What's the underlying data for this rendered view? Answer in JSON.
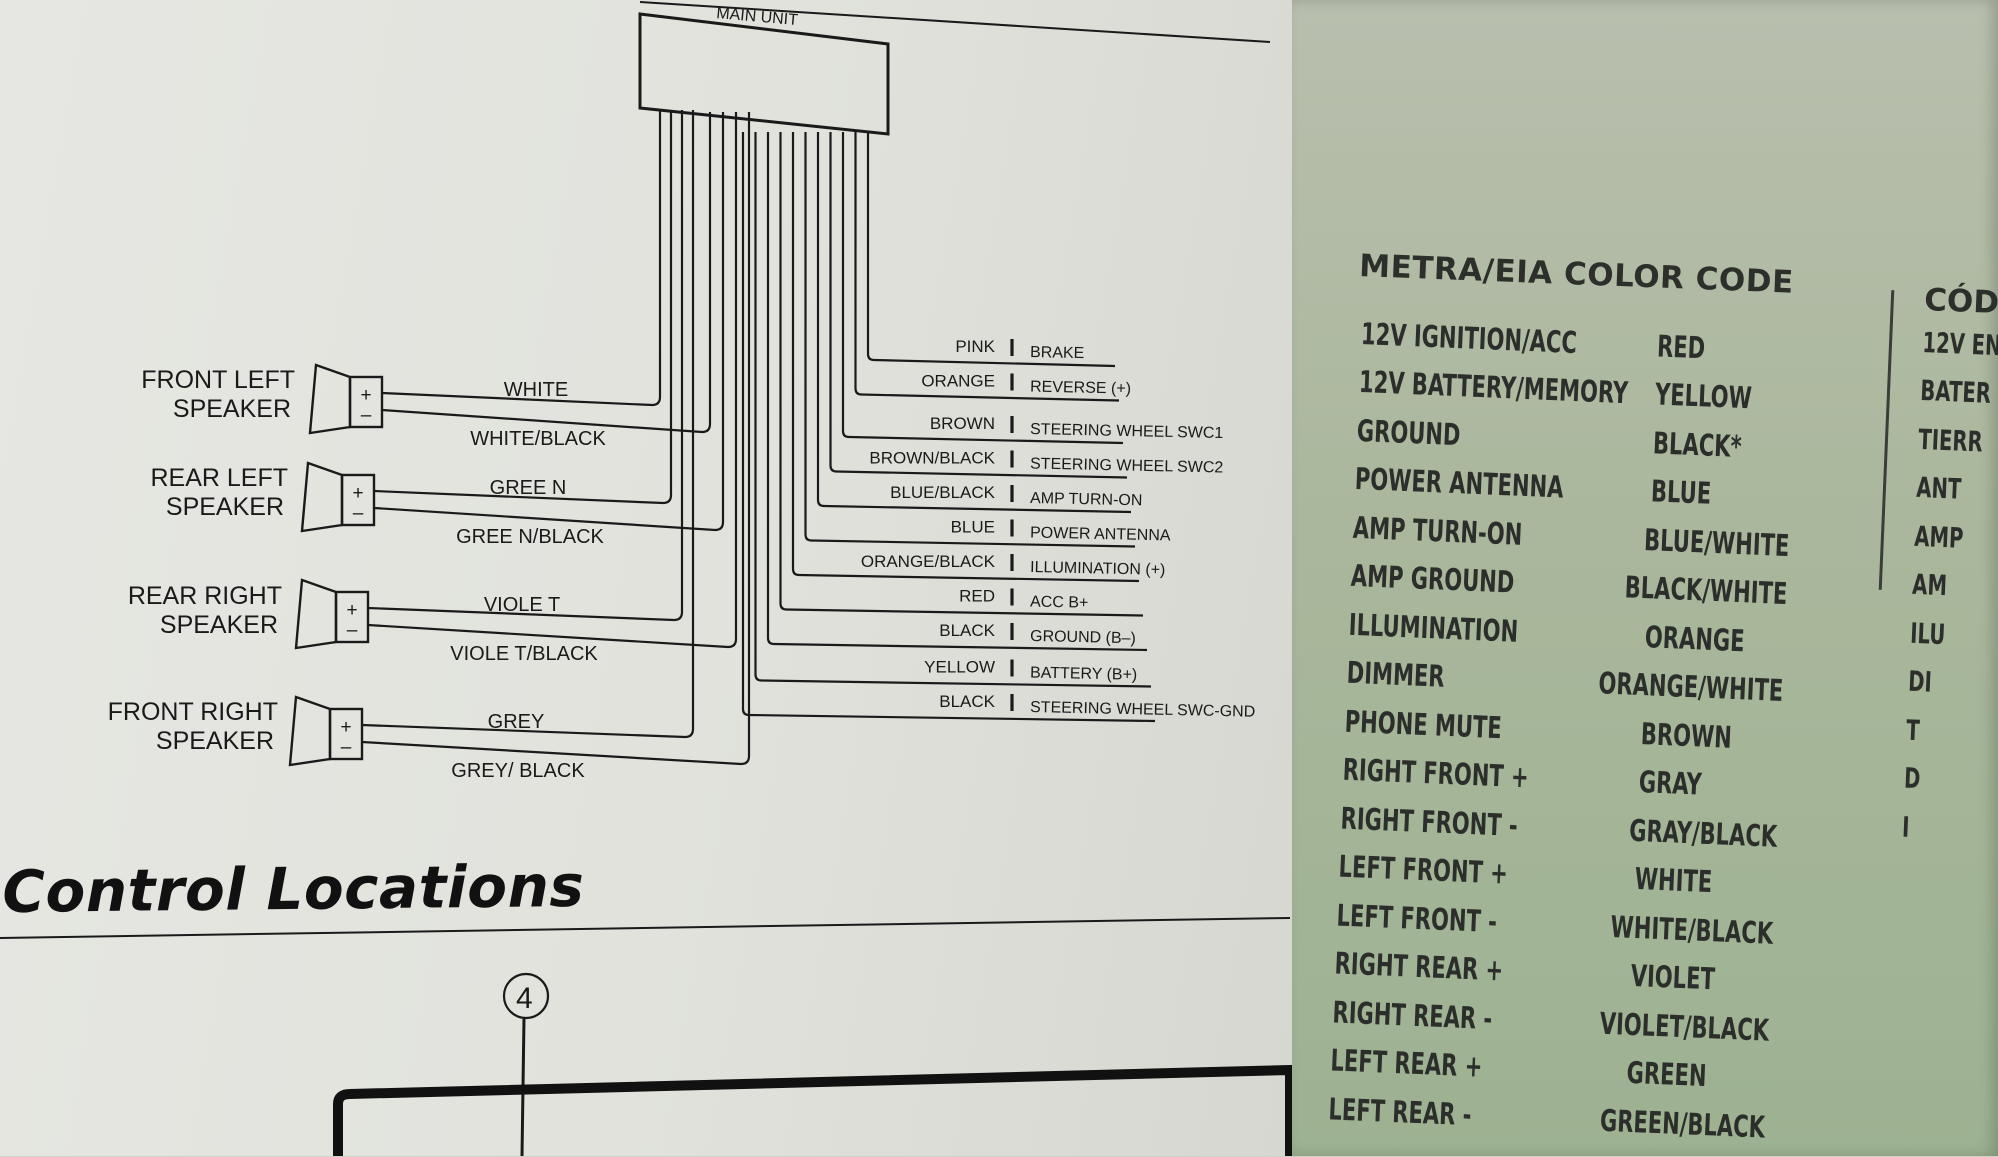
{
  "diagram": {
    "main_unit_label": "MAIN UNIT",
    "speakers": [
      {
        "line1": "FRONT LEFT",
        "line2": "SPEAKER",
        "plus_wire": "WHITE",
        "minus_wire": "WHITE/BLACK"
      },
      {
        "line1": "REAR LEFT",
        "line2": "SPEAKER",
        "plus_wire": "GREE N",
        "minus_wire": "GREE N/BLACK"
      },
      {
        "line1": "REAR RIGHT",
        "line2": "SPEAKER",
        "plus_wire": "VIOLE T",
        "minus_wire": "VIOLE T/BLACK"
      },
      {
        "line1": "FRONT RIGHT",
        "line2": "SPEAKER",
        "plus_wire": "GREY",
        "minus_wire": "GREY/ BLACK"
      }
    ],
    "terminal_plus": "+",
    "terminal_minus": "–",
    "wires": [
      {
        "color": "PINK",
        "function": "BRAKE"
      },
      {
        "color": "ORANGE",
        "function": "REVERSE (+)"
      },
      {
        "color": "BROWN",
        "function": "STEERING WHEEL SWC1"
      },
      {
        "color": "BROWN/BLACK",
        "function": "STEERING WHEEL SWC2"
      },
      {
        "color": "BLUE/BLACK",
        "function": "AMP TURN-ON"
      },
      {
        "color": "BLUE",
        "function": "POWER ANTENNA"
      },
      {
        "color": "ORANGE/BLACK",
        "function": "ILLUMINATION (+)"
      },
      {
        "color": "RED",
        "function": "ACC B+"
      },
      {
        "color": "BLACK",
        "function": "GROUND (B–)"
      },
      {
        "color": "YELLOW",
        "function": "BATTERY (B+)"
      },
      {
        "color": "BLACK",
        "function": "STEERING WHEEL SWC-GND"
      }
    ],
    "callout_number": "4"
  },
  "section_heading": "Control Locations",
  "color_code": {
    "title": "METRA/EIA COLOR CODE",
    "rows": [
      {
        "function": "12V IGNITION/ACC",
        "color": "RED"
      },
      {
        "function": "12V BATTERY/MEMORY",
        "color": "YELLOW"
      },
      {
        "function": "GROUND",
        "color": "BLACK*"
      },
      {
        "function": "POWER ANTENNA",
        "color": "BLUE"
      },
      {
        "function": "AMP TURN-ON",
        "color": "BLUE/WHITE"
      },
      {
        "function": "AMP GROUND",
        "color": "BLACK/WHITE"
      },
      {
        "function": "ILLUMINATION",
        "color": "ORANGE"
      },
      {
        "function": "DIMMER",
        "color": "ORANGE/WHITE"
      },
      {
        "function": "PHONE MUTE",
        "color": "BROWN"
      },
      {
        "function": "RIGHT FRONT +",
        "color": "GRAY"
      },
      {
        "function": "RIGHT FRONT -",
        "color": "GRAY/BLACK"
      },
      {
        "function": "LEFT FRONT +",
        "color": "WHITE"
      },
      {
        "function": "LEFT FRONT -",
        "color": "WHITE/BLACK"
      },
      {
        "function": "RIGHT REAR +",
        "color": "VIOLET"
      },
      {
        "function": "RIGHT REAR -",
        "color": "VIOLET/BLACK"
      },
      {
        "function": "LEFT REAR +",
        "color": "GREEN"
      },
      {
        "function": "LEFT REAR -",
        "color": "GREEN/BLACK"
      }
    ],
    "partial_column_title": "CÓD",
    "partial_column_rows": [
      "12V EN",
      "BATER",
      "TIERR",
      "ANT",
      "AMP",
      "AM",
      "ILU",
      "DI",
      "T",
      "D",
      "I"
    ]
  },
  "colors": {
    "ink": "#1a1a1a",
    "page": "#e3e4df",
    "card": "#aab79c"
  }
}
